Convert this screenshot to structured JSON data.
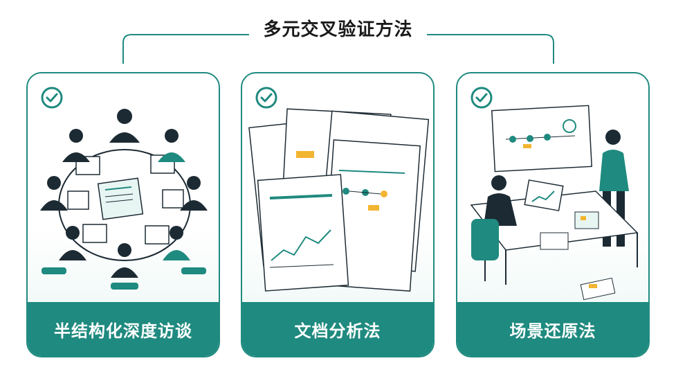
{
  "title": "多元交叉验证方法",
  "colors": {
    "accent": "#1f8a7f",
    "dark": "#1c2a33",
    "highlight": "#f2b531"
  },
  "cards": [
    {
      "label": "半结构化深度访谈",
      "icon": "check-circle-icon",
      "illustration": "round-table-meeting"
    },
    {
      "label": "文档分析法",
      "icon": "check-circle-icon",
      "illustration": "document-stack"
    },
    {
      "label": "场景还原法",
      "icon": "check-circle-icon",
      "illustration": "presentation-scene"
    }
  ]
}
